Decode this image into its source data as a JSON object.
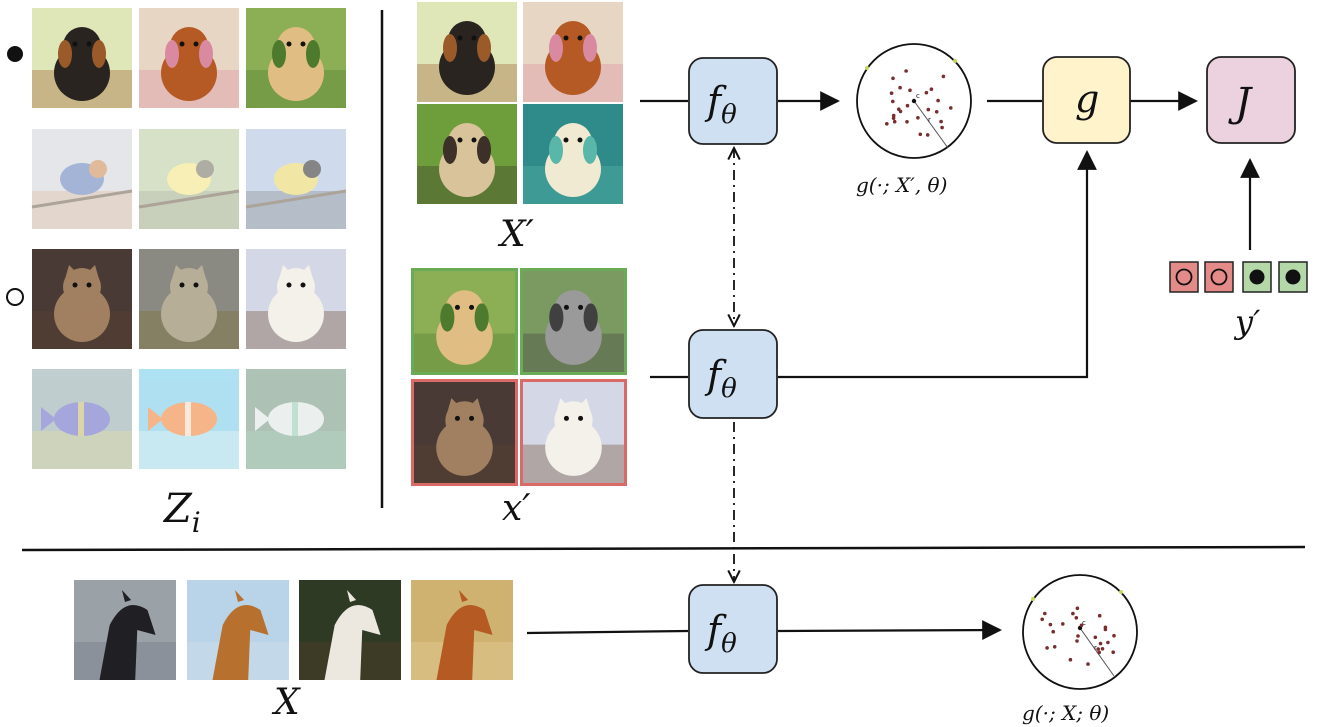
{
  "labels": {
    "z_base": "Z",
    "z_sub": "i",
    "x_prime": "X′",
    "x_prime_lower": "x′",
    "x_query": "X",
    "y_prime": "y′",
    "f_base": "f",
    "f_sub": "θ",
    "g": "g",
    "j": "J",
    "sphere_top_caption": "g(·; X′, θ)",
    "sphere_bottom_caption": "g(·; X; θ)",
    "center_mark": "c",
    "radius_mark": "r"
  },
  "class_markers": {
    "dog_class": "filled-circle",
    "cat_class": "hollow-circle"
  },
  "z_rows": [
    {
      "name": "dogs",
      "tiles": [
        "rottweiler",
        "cocker-spaniel",
        "labrador"
      ],
      "faded": false
    },
    {
      "name": "birds",
      "tiles": [
        "bluebird",
        "kingbird-pair",
        "great-tit"
      ],
      "faded": true
    },
    {
      "name": "cats",
      "tiles": [
        "tabby-cat",
        "cat-closeup",
        "white-chest-cat"
      ],
      "faded": false
    },
    {
      "name": "fish",
      "tiles": [
        "blue-tang",
        "clownfish",
        "angelfish"
      ],
      "faded": true
    }
  ],
  "x_prime_tiles": [
    "rottweiler",
    "cocker-spaniel",
    "pug",
    "white-puppy"
  ],
  "x_prime_lower_tiles": [
    {
      "tile": "labrador",
      "border": "#6aab58"
    },
    {
      "tile": "schnauzer",
      "border": "#6aab58"
    },
    {
      "tile": "tabby-cat",
      "border": "#d96a66"
    },
    {
      "tile": "white-chest-cat",
      "border": "#d96a66"
    }
  ],
  "horse_tiles": [
    "black-horse",
    "chestnut-horse",
    "white-horse",
    "red-horse"
  ],
  "y_prime_boxes": [
    {
      "fill": "#e48a88",
      "marker": "hollow"
    },
    {
      "fill": "#e48a88",
      "marker": "hollow"
    },
    {
      "fill": "#b4d8a8",
      "marker": "filled"
    },
    {
      "fill": "#b4d8a8",
      "marker": "filled"
    }
  ],
  "colors": {
    "f_box": "#cfe0f3",
    "g_box": "#fff3cc",
    "j_box": "#ecd2df",
    "box_stroke": "#222222",
    "positive": "#6aab58",
    "negative": "#d96a66",
    "dot": "#7a2d2d"
  }
}
